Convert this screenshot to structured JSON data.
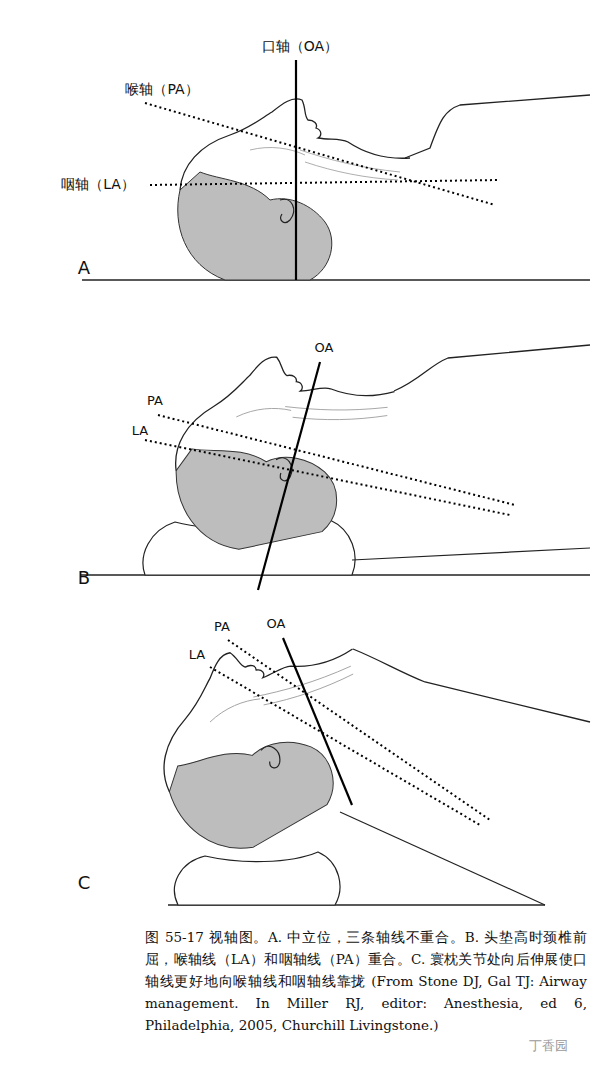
{
  "diagram": {
    "caption": "图 55-17 视轴图。A. 中立位，三条轴线不重合。B. 头垫高时颈椎前屈，喉轴线（LA）和咽轴线（PA）重合。C. 寰枕关节处向后伸展使口轴线更好地向喉轴线和咽轴线靠拢 (From Stone DJ, Gal TJ: Airway management. In Miller RJ, editor: Anesthesia, ed 6, Philadelphia, 2005, Churchill Livingstone.)",
    "labels": [
      "口轴（OA）",
      "喉轴（PA）",
      "咽轴（LA）",
      "A",
      "OA",
      "PA",
      "LA",
      "B",
      "PA",
      "LA",
      "OA",
      "C",
      "丁香园"
    ]
  }
}
